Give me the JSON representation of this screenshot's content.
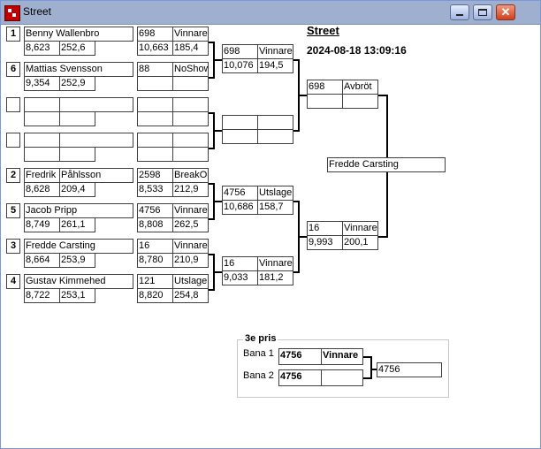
{
  "window": {
    "title": "Street"
  },
  "header": {
    "title": "Street",
    "datetime": "2024-08-18 13:09:16"
  },
  "seeds": [
    "1",
    "6",
    "",
    "",
    "2",
    "5",
    "3",
    "4"
  ],
  "players": [
    {
      "first": "Benny Wallenbro",
      "last": "",
      "time": "8,623",
      "speed": "252,6"
    },
    {
      "first": "Mattias Svensson",
      "last": "",
      "time": "9,354",
      "speed": "252,9"
    },
    {
      "first": "",
      "last": "",
      "time": "",
      "speed": ""
    },
    {
      "first": "",
      "last": "",
      "time": "",
      "speed": ""
    },
    {
      "first": "Fredrik",
      "last": "Påhlsson",
      "time": "8,628",
      "speed": "209,4"
    },
    {
      "first": "Jacob Pripp",
      "last": "",
      "time": "8,749",
      "speed": "261,1"
    },
    {
      "first": "Fredde Carsting",
      "last": "",
      "time": "8,664",
      "speed": "253,9"
    },
    {
      "first": "Gustav Kimmehed",
      "last": "",
      "time": "8,722",
      "speed": "253,1"
    }
  ],
  "round1": [
    {
      "num": "698",
      "result": "Vinnare",
      "time": "10,663",
      "speed": "185,4"
    },
    {
      "num": "88",
      "result": "NoShow",
      "time": "",
      "speed": ""
    },
    {
      "num": "",
      "result": "",
      "time": "",
      "speed": ""
    },
    {
      "num": "",
      "result": "",
      "time": "",
      "speed": ""
    },
    {
      "num": "2598",
      "result": "BreakOut",
      "time": "8,533",
      "speed": "212,9"
    },
    {
      "num": "4756",
      "result": "Vinnare",
      "time": "8,808",
      "speed": "262,5"
    },
    {
      "num": "16",
      "result": "Vinnare",
      "time": "8,780",
      "speed": "210,9"
    },
    {
      "num": "121",
      "result": "Utslagen",
      "time": "8,820",
      "speed": "254,8"
    }
  ],
  "round2": [
    {
      "num": "698",
      "result": "Vinnare",
      "time": "10,076",
      "speed": "194,5"
    },
    {
      "num": "",
      "result": "",
      "time": "",
      "speed": ""
    },
    {
      "num": "4756",
      "result": "Utslagen",
      "time": "10,686",
      "speed": "158,7"
    },
    {
      "num": "16",
      "result": "Vinnare",
      "time": "9,033",
      "speed": "181,2"
    }
  ],
  "round3": [
    {
      "num": "698",
      "result": "Avbröt",
      "time": "",
      "speed": ""
    },
    {
      "num": "16",
      "result": "Vinnare",
      "time": "9,993",
      "speed": "200,1"
    }
  ],
  "winner": "Fredde Carsting",
  "third": {
    "label": "3e pris",
    "lane1_label": "Bana 1",
    "lane2_label": "Bana 2",
    "lane1_num": "4756",
    "lane1_result": "Vinnare",
    "lane2_num": "4756",
    "lane2_result": "",
    "result": "4756"
  }
}
